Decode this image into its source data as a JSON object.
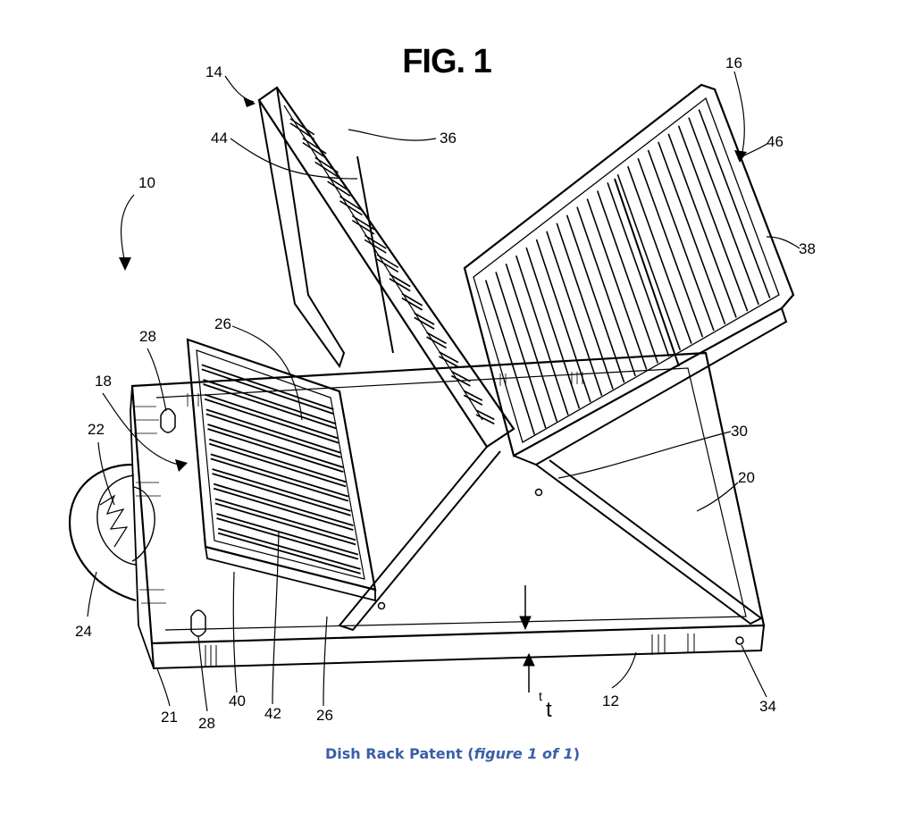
{
  "figure": {
    "title": "FIG. 1",
    "caption": {
      "prefix": "Dish Rack Patent (",
      "emph": "figure 1 of 1",
      "suffix": ")"
    }
  },
  "reference_numerals": {
    "n10": "10",
    "n12": "12",
    "n14": "14",
    "n16": "16",
    "n18": "18",
    "n20": "20",
    "n21": "21",
    "n22": "22",
    "n24": "24",
    "n26_top": "26",
    "n26_bottom": "26",
    "n28_top": "28",
    "n28_bottom": "28",
    "n30": "30",
    "n34": "34",
    "n36": "36",
    "n38": "38",
    "n40": "40",
    "n42": "42",
    "n44": "44",
    "n46": "46",
    "t_small": "t",
    "t_large": "t"
  }
}
